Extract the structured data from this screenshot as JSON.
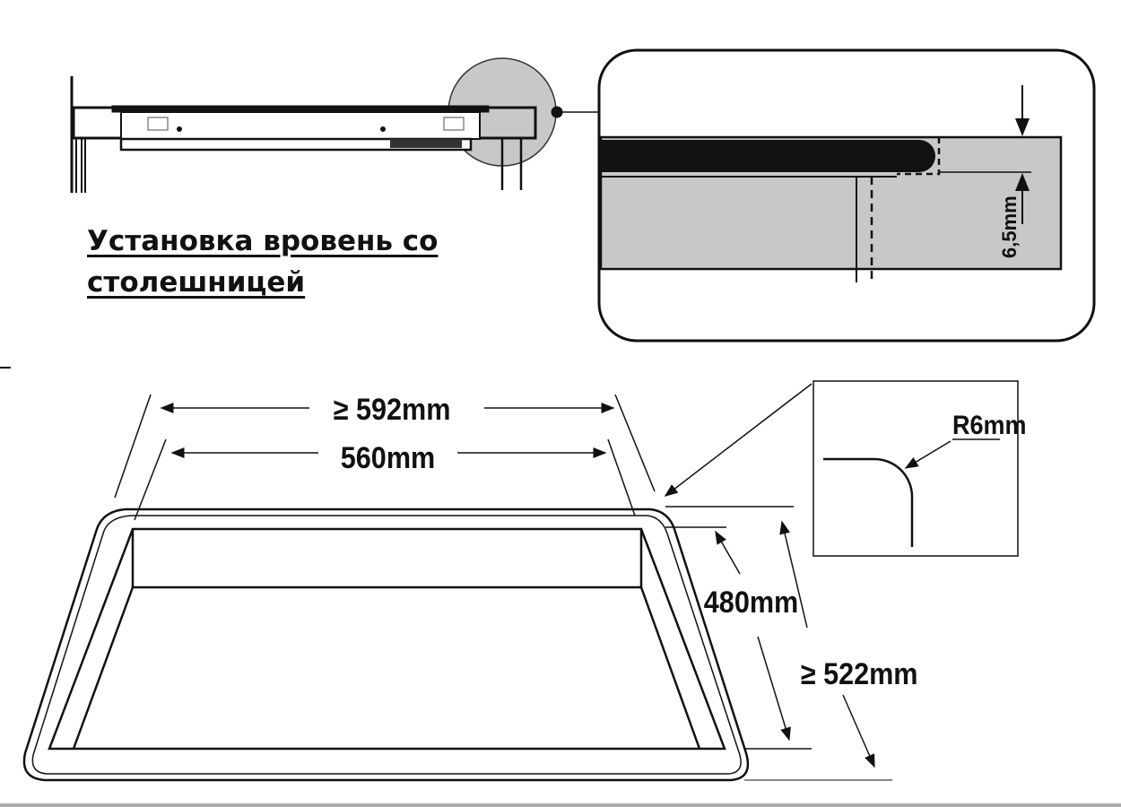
{
  "title": {
    "line1": "Установка вровень со",
    "line2": "столешницей"
  },
  "detail": {
    "thickness": "6,5mm"
  },
  "cutout": {
    "min_width": "≥ 592mm",
    "width": "560mm",
    "depth": "480mm",
    "min_depth": "≥ 522mm",
    "corner_radius": "R6mm"
  },
  "colors": {
    "gray": "#c8c8c8",
    "ink": "#111111"
  }
}
